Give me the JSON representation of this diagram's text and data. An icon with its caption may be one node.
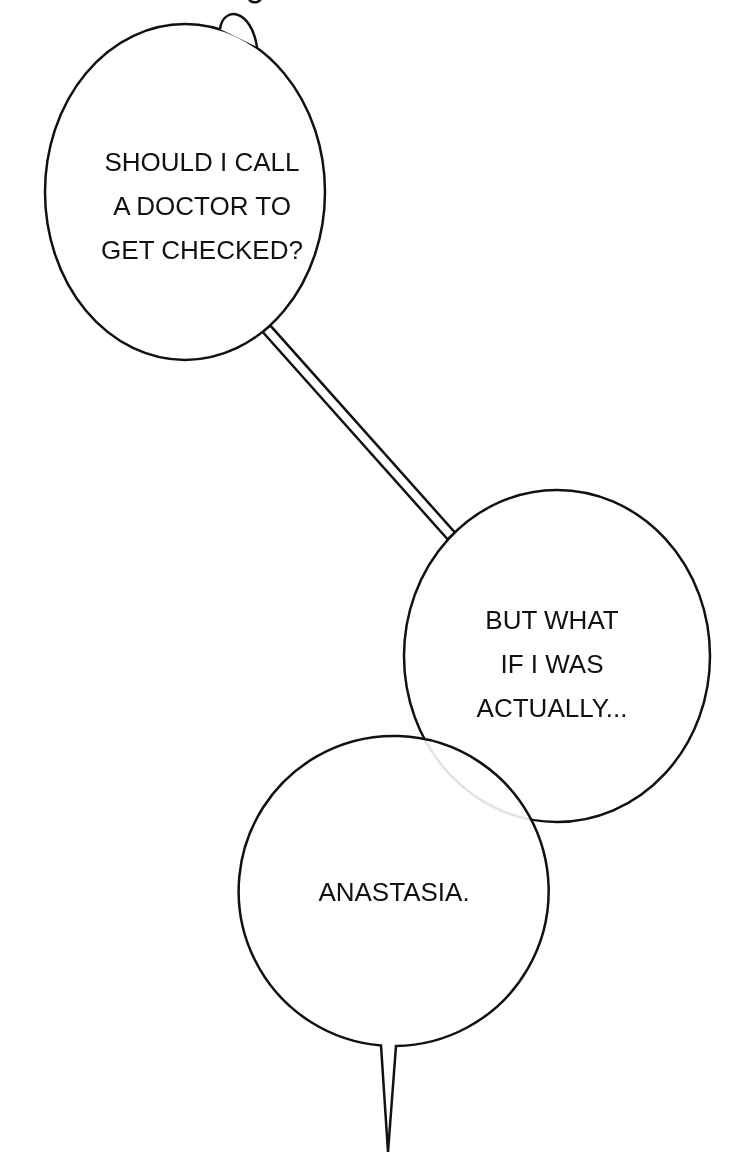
{
  "diagram": {
    "nodes": [
      {
        "text": [
          "SHOULD I CALL A DOCTOR TO GET CHECKED?"
        ]
      },
      {
        "text": [
          "BUT WHAT IF I WAS ACTUALLY..."
        ]
      },
      {
        "text": [
          "ANASTASIA."
        ]
      }
    ],
    "edges": [
      {
        "from": 0,
        "to": 1,
        "arrow": "none"
      }
    ]
  }
}
